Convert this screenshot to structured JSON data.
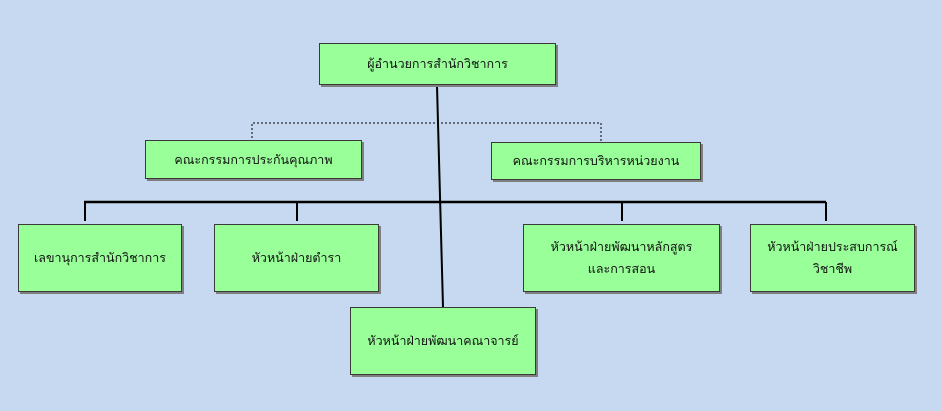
{
  "nodes": {
    "director": "ผู้อำนวยการสำนักวิชาการ",
    "quality_committee": "คณะกรรมการประกันคุณภาพ",
    "admin_committee": "คณะกรรมการบริหารหน่วยงาน",
    "secretary": "เลขานุการสำนักวิชาการ",
    "textbook_head": "หัวหน้าฝ่ายตำรา",
    "curriculum_head_line1": "หัวหน้าฝ่ายพัฒนาหลักสูตร",
    "curriculum_head_line2": "และการสอน",
    "coop_head_line1": "หัวหน้าฝ่ายประสบการณ์",
    "coop_head_line2": "วิชาชีพ",
    "faculty_dev_head": "หัวหน้าฝ่ายพัฒนาคณาจารย์"
  },
  "colors": {
    "background": "#c6d9f1",
    "node_fill": "#99ff99",
    "line": "#000000"
  }
}
